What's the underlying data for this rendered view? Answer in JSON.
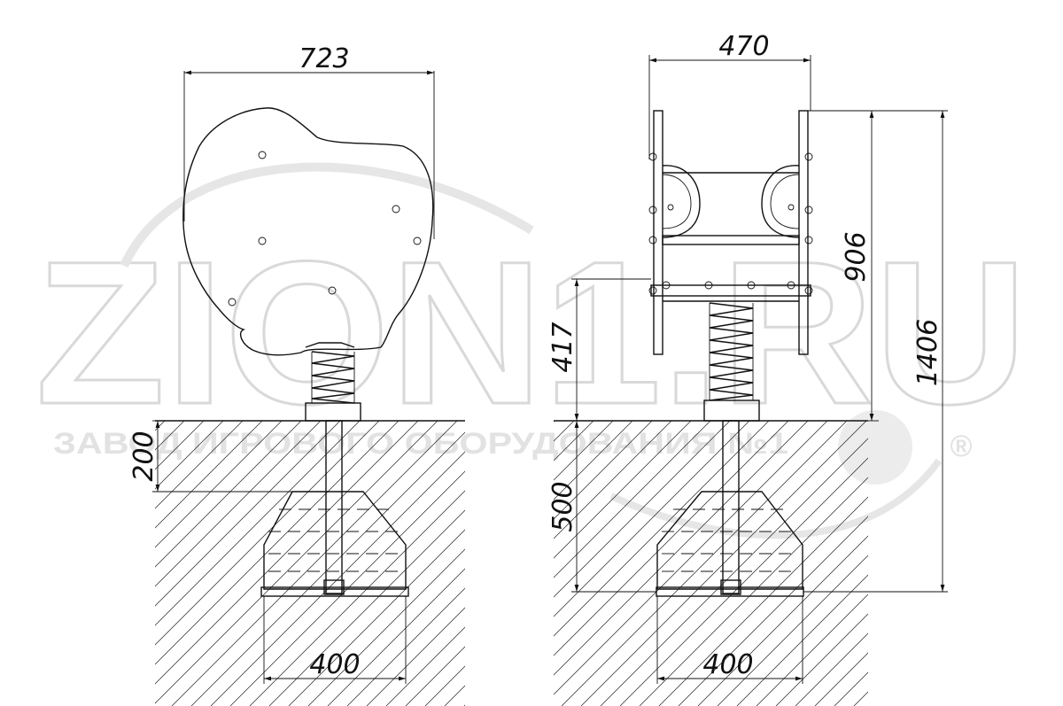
{
  "dimensions": {
    "side_width": "723",
    "front_width": "470",
    "side_depth": "200",
    "front_depth": "500",
    "seat_height": "417",
    "handle_height": "906",
    "total_height": "1406",
    "side_base_width": "400",
    "front_base_width": "400"
  },
  "watermark": {
    "logo": "ZION1.RU",
    "subtitle": "ЗАВОД ИГРОВОГО ОБОРУДОВАНИЯ №1",
    "registered": "®"
  },
  "colors": {
    "line": "#111111",
    "watermark": "#e6e6e6",
    "background": "#ffffff"
  }
}
